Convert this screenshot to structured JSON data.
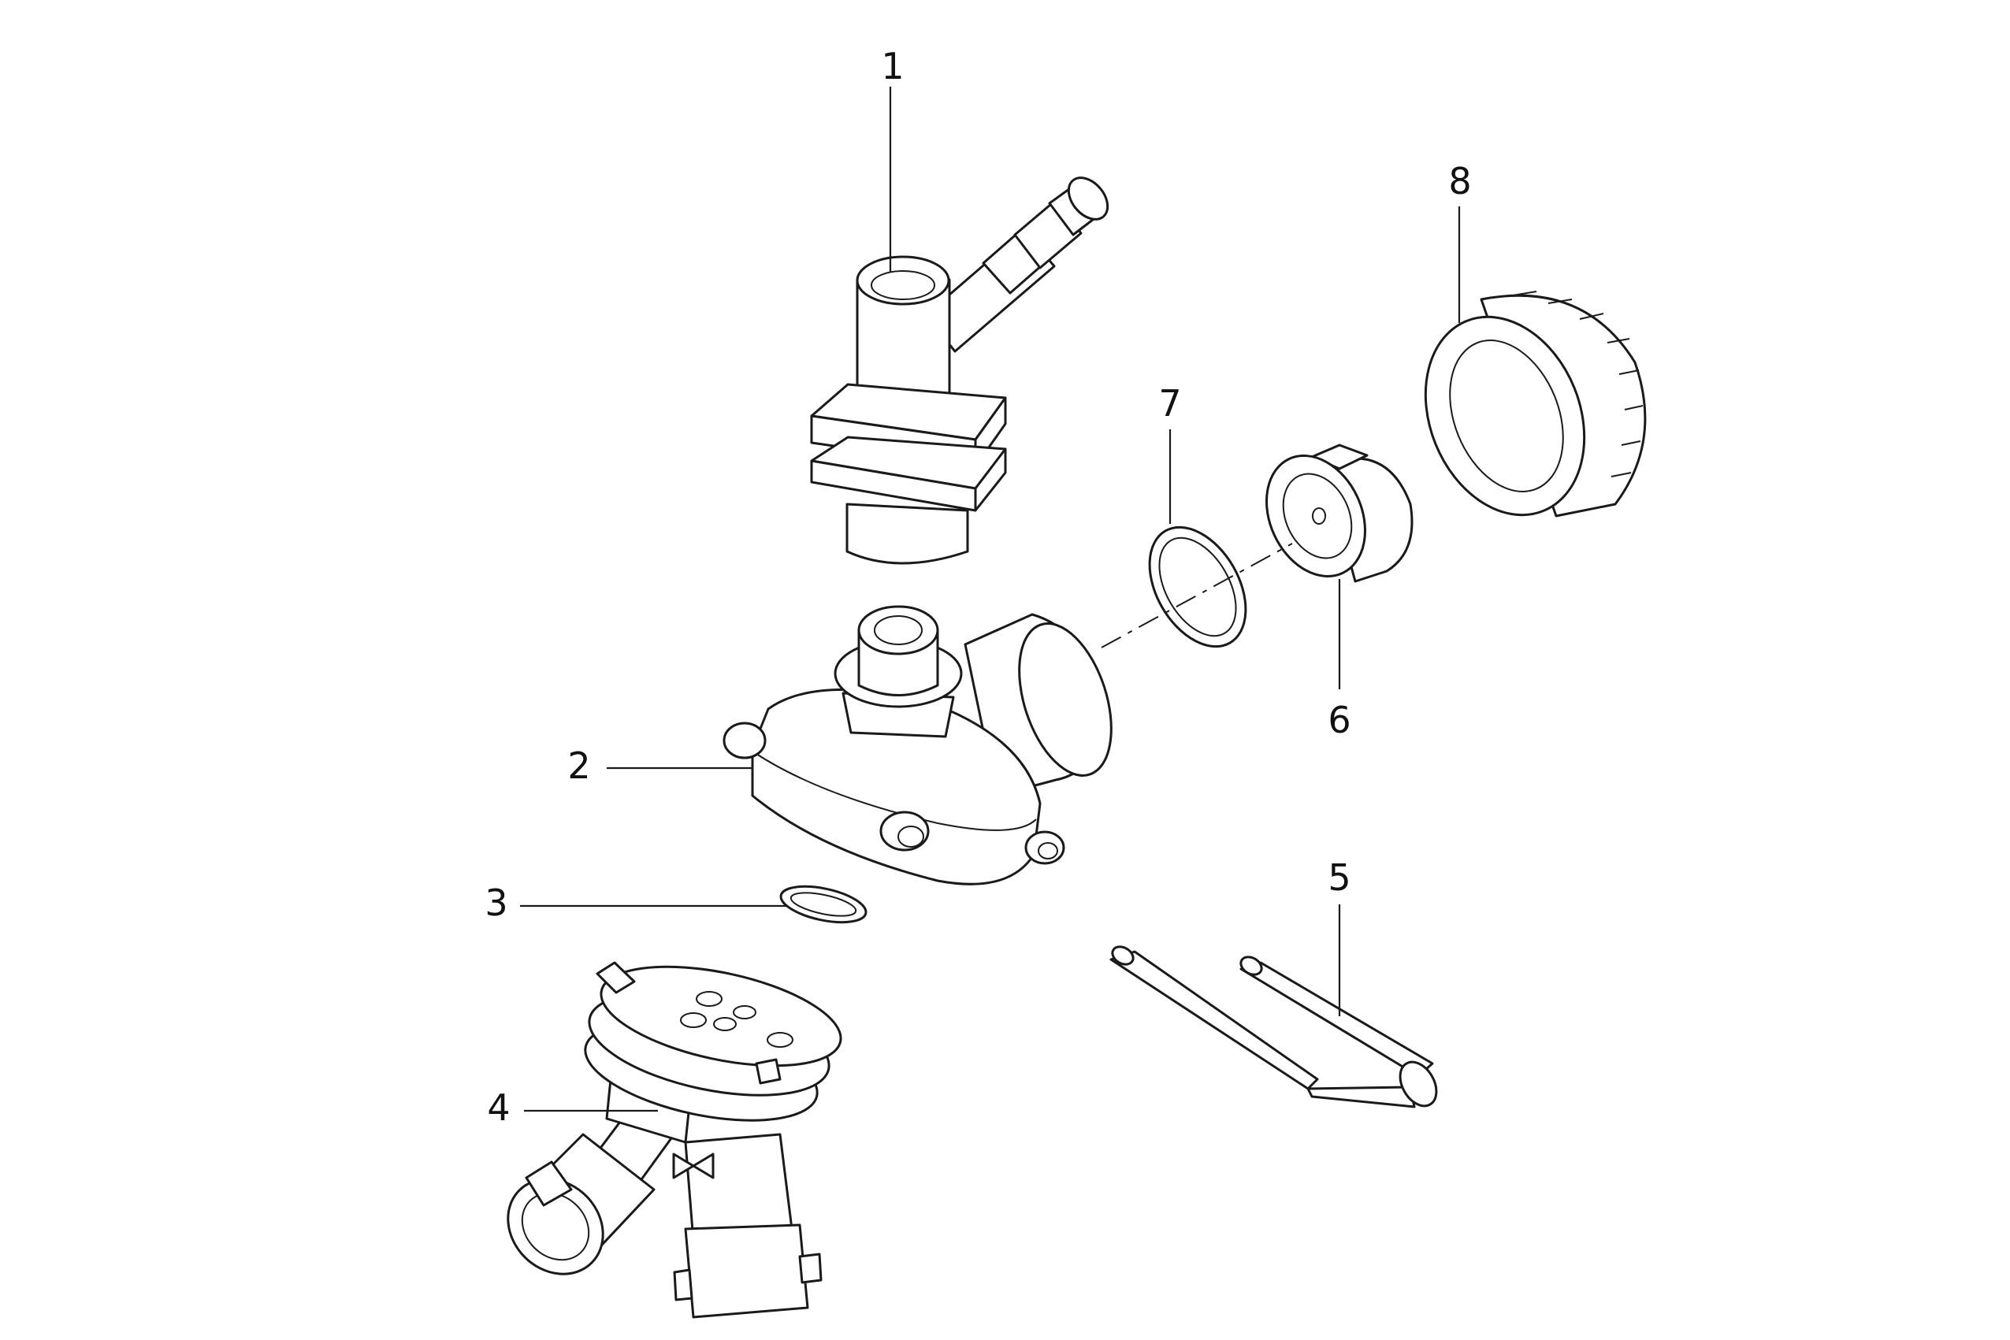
{
  "callouts": {
    "c1": "1",
    "c2": "2",
    "c3": "3",
    "c4": "4",
    "c5": "5",
    "c6": "6",
    "c7": "7",
    "c8": "8"
  },
  "colors": {
    "line": "#1a1a1a",
    "background": "#ffffff"
  }
}
